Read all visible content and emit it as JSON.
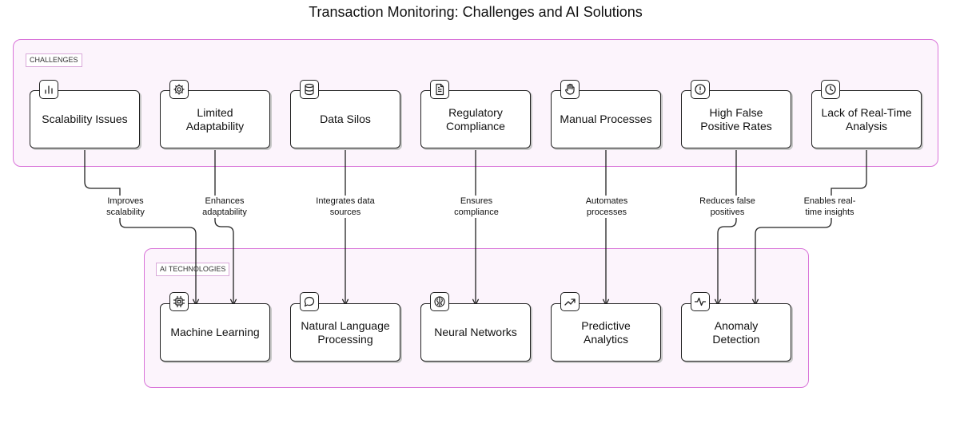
{
  "title": "Transaction Monitoring: Challenges and AI Solutions",
  "groups": {
    "challenges": "CHALLENGES",
    "ai": "AI TECHNOLOGIES"
  },
  "challenges": [
    {
      "label": "Scalability Issues",
      "icon": "bar-chart-icon"
    },
    {
      "label": "Limited Adaptability",
      "icon": "gear-icon"
    },
    {
      "label": "Data Silos",
      "icon": "database-icon"
    },
    {
      "label": "Regulatory Compliance",
      "icon": "document-icon"
    },
    {
      "label": "Manual Processes",
      "icon": "hand-icon"
    },
    {
      "label": "High False Positive Rates",
      "icon": "alert-circle-icon"
    },
    {
      "label": "Lack of Real-Time Analysis",
      "icon": "clock-icon"
    }
  ],
  "ai": [
    {
      "label": "Machine Learning",
      "icon": "cpu-icon"
    },
    {
      "label": "Natural Language Processing",
      "icon": "chat-bubble-icon"
    },
    {
      "label": "Neural Networks",
      "icon": "brain-icon"
    },
    {
      "label": "Predictive Analytics",
      "icon": "trend-up-icon"
    },
    {
      "label": "Anomaly Detection",
      "icon": "pulse-icon"
    }
  ],
  "edges": [
    {
      "from": "Scalability Issues",
      "to": "Machine Learning",
      "label": "Improves scalability"
    },
    {
      "from": "Limited Adaptability",
      "to": "Machine Learning",
      "label": "Enhances adaptability"
    },
    {
      "from": "Data Silos",
      "to": "Natural Language Processing",
      "label": "Integrates data sources"
    },
    {
      "from": "Regulatory Compliance",
      "to": "Neural Networks",
      "label": "Ensures compliance"
    },
    {
      "from": "Manual Processes",
      "to": "Predictive Analytics",
      "label": "Automates processes"
    },
    {
      "from": "High False Positive Rates",
      "to": "Anomaly Detection",
      "label": "Reduces false positives"
    },
    {
      "from": "Lack of Real-Time Analysis",
      "to": "Anomaly Detection",
      "label": "Enables real-time insights"
    }
  ]
}
